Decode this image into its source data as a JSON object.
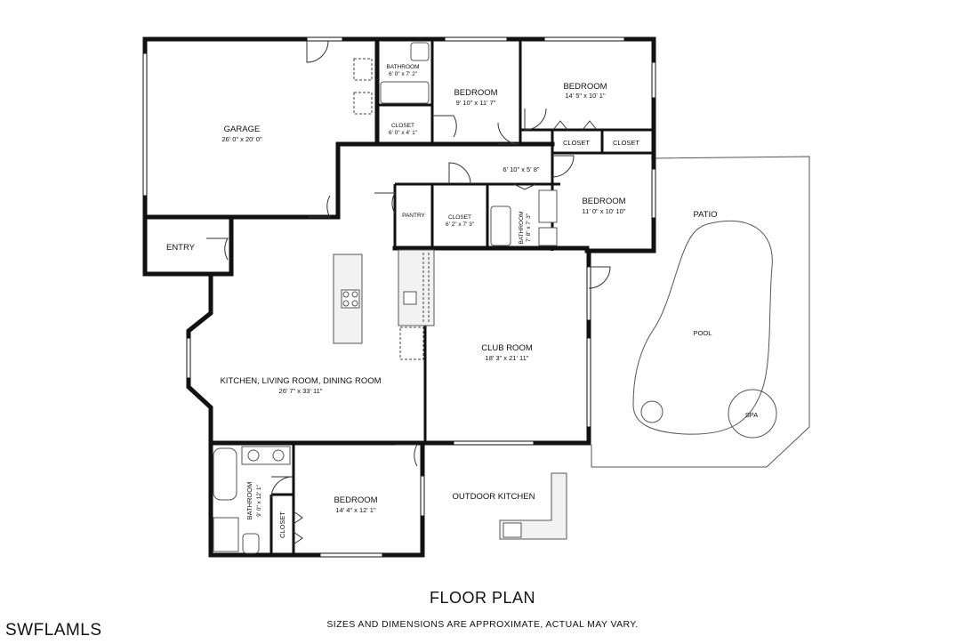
{
  "rooms": {
    "garage": {
      "name": "GARAGE",
      "dims": "26' 0\" x 20' 0\""
    },
    "bathroom_top": {
      "name": "BATHROOM",
      "dims": "6' 0\" x 7' 2\""
    },
    "closet_top": {
      "name": "CLOSET",
      "dims": "6' 0\" x 4' 1\""
    },
    "bedroom_a": {
      "name": "BEDROOM",
      "dims": "9' 10\" x 11' 7\""
    },
    "bedroom_b": {
      "name": "BEDROOM",
      "dims": "14' 5\" x 10' 1\""
    },
    "closet_b1": {
      "name": "CLOSET"
    },
    "closet_b2": {
      "name": "CLOSET"
    },
    "hall": {
      "dims": "6' 10\" x 5' 8\""
    },
    "bedroom_c": {
      "name": "BEDROOM",
      "dims": "11' 0\" x 10' 10\""
    },
    "pantry": {
      "name": "PANTRY"
    },
    "closet_mid": {
      "name": "CLOSET",
      "dims": "6' 2\" x 7' 3\""
    },
    "bathroom_mid": {
      "name": "BATHROOM",
      "dims": "7' 8\" x 7' 3\""
    },
    "entry": {
      "name": "ENTRY"
    },
    "club_room": {
      "name": "CLUB ROOM",
      "dims": "18' 3\" x 21' 11\""
    },
    "kitchen": {
      "name": "KITCHEN, LIVING ROOM, DINING ROOM",
      "dims": "26' 7\" x 33' 11\""
    },
    "bathroom_bottom": {
      "name": "BATHROOM",
      "dims": "9' 0\" x 12' 1\""
    },
    "closet_bottom": {
      "name": "CLOSET"
    },
    "bedroom_d": {
      "name": "BEDROOM",
      "dims": "14' 4\" x 12' 1\""
    },
    "outdoor_kitchen": {
      "name": "OUTDOOR KITCHEN"
    },
    "patio": {
      "name": "PATIO"
    },
    "pool": {
      "name": "POOL"
    },
    "spa": {
      "name": "SPA"
    }
  },
  "footer": {
    "title": "FLOOR PLAN",
    "disclaimer": "SIZES AND DIMENSIONS ARE APPROXIMATE, ACTUAL MAY VARY.",
    "watermark": "SWFLAMLS"
  }
}
